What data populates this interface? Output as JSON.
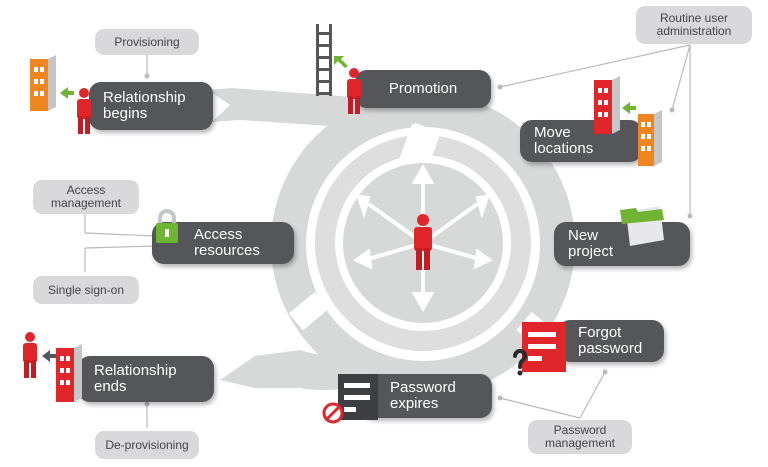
{
  "center_icon": "person-icon",
  "colors": {
    "accent": "#e0262a",
    "panel": "#55565a",
    "note": "#d9d9db",
    "cycle": "#d7d8d8",
    "orange": "#f0861f",
    "green": "#6fb432"
  },
  "stages": {
    "relationship_begins": "Relationship begins",
    "promotion": "Promotion",
    "move_locations": "Move locations",
    "new_project": "New project",
    "forgot_password": "Forgot password",
    "password_expires": "Password expires",
    "relationship_ends": "Relationship ends",
    "access_resources": "Access resources"
  },
  "notes": {
    "provisioning": "Provisioning",
    "routine_admin": "Routine user administration",
    "access_management": "Access management",
    "single_sign_on": "Single sign-on",
    "de_provisioning": "De-provisioning",
    "password_management": "Password management"
  },
  "icons": [
    "building-icon",
    "person-icon",
    "ladder-icon",
    "lock-icon",
    "folder-icon",
    "password-form-icon",
    "question-mark-icon",
    "no-entry-icon"
  ]
}
